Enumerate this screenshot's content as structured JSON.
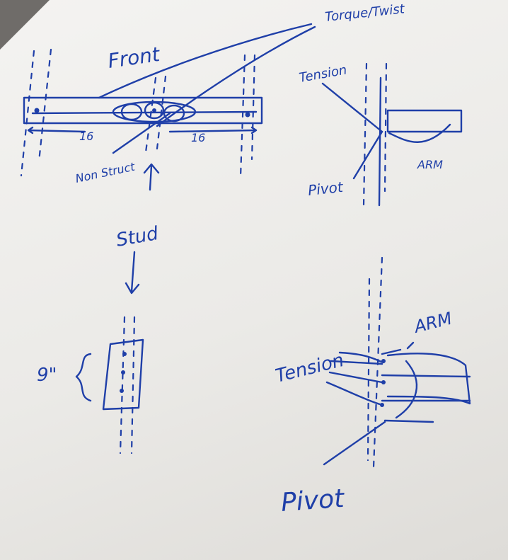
{
  "sketch": {
    "labels": {
      "torque_twist": "Torque/Twist",
      "front": "Front",
      "tension_top": "Tension",
      "dim_left": "16",
      "dim_right": "16",
      "non_struct": "Non Struct",
      "stud": "Stud",
      "pivot_top": "Pivot",
      "arm_top": "ARM",
      "nine_inch": "9\"",
      "arm_bottom": "ARM",
      "tension_bottom": "Tension",
      "pivot_bottom": "Pivot"
    },
    "ink_color": "#1f3fa8"
  }
}
